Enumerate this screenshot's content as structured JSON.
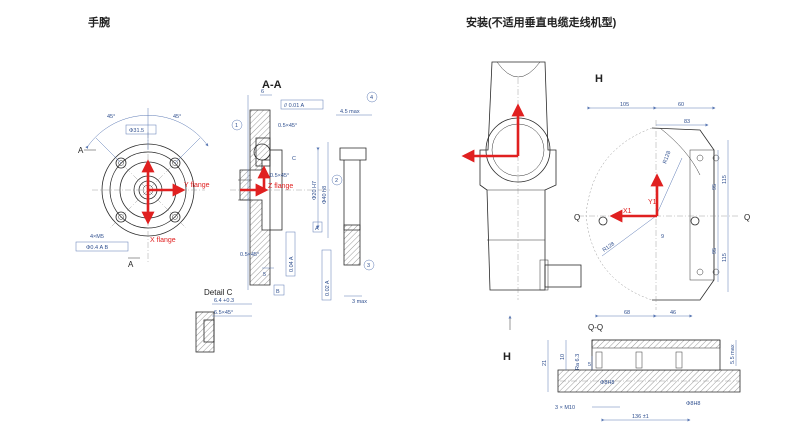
{
  "headings": {
    "wrist": "手腕",
    "install": "安装(不适用垂直电缆走线机型)"
  },
  "wrist": {
    "section_label": "A-A",
    "section_mark": "A",
    "detail_label": "Detail C",
    "callouts": [
      "1",
      "2",
      "3",
      "4"
    ],
    "axis_x": "X flange",
    "axis_y": "Y flange",
    "axis_z": "Z flange",
    "dims": {
      "ang1": "45°",
      "ang2": "45°",
      "dia": "Φ31.5",
      "holes": "4×M5",
      "pos": "Φ0.4 A B",
      "par": "// 0.01 A",
      "ch1": "0.5×45°",
      "ch2": "0.5×45°",
      "ch3": "0.5×45°",
      "h4": "4.5 max",
      "c": "C",
      "d20": "Φ20 H7",
      "d40": "Φ40 h8",
      "flat": "0.04 A",
      "flat2": "0.02 A",
      "dim5": "5",
      "dim6": "6",
      "dim3": "3 max",
      "ref_a": "A",
      "ref_b": "B",
      "det1": "6.4 +0.3",
      "det2": "6.5×45°"
    }
  },
  "install": {
    "view_label": "H",
    "arrow_label": "H",
    "section_label": "Q-Q",
    "axis_x": "X1",
    "axis_y": "Y1",
    "q_left": "Q",
    "q_right": "Q",
    "dims": {
      "d105": "105",
      "d60": "60",
      "d83": "83",
      "r128a": "R128",
      "r128b": "R128",
      "d115a": "115",
      "d95a": "95",
      "d95b": "95",
      "d115b": "115",
      "d68": "68",
      "d46": "46",
      "d9": "9",
      "d21": "21",
      "d10": "10",
      "d5": "5",
      "m10": "3 × M10",
      "d8a": "Φ8H8",
      "d8b": "Φ8H8",
      "d136": "136 ±1",
      "tm": "5.5 max",
      "tm2": "Ra 6.3"
    }
  }
}
